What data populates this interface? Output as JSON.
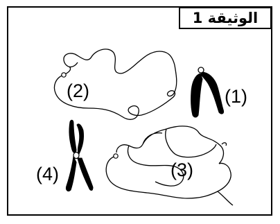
{
  "document": {
    "title": "الوثيقة 1"
  },
  "figures": [
    {
      "id": "1",
      "label": "(1)"
    },
    {
      "id": "2",
      "label": "(2)"
    },
    {
      "id": "3",
      "label": "(3)"
    },
    {
      "id": "4",
      "label": "(4)"
    }
  ],
  "colors": {
    "ink": "#000000",
    "background": "#ffffff"
  }
}
